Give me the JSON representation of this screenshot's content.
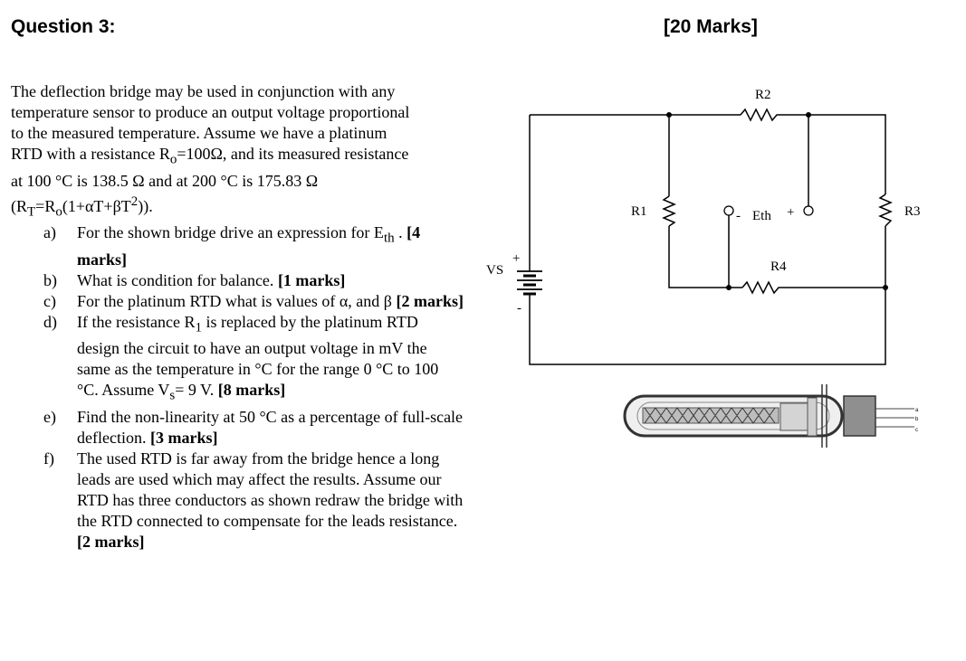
{
  "header": {
    "question": "Question 3:",
    "marks": "[20 Marks]"
  },
  "intro": {
    "line1": "The deflection bridge may be used in conjunction with any",
    "line2": "temperature sensor to produce an output voltage proportional",
    "line3": "to the measured temperature. Assume we have a platinum",
    "line4_a": "RTD with a resistance R",
    "line4_sub": "o",
    "line4_b": "=100Ω, and its measured resistance",
    "line5": "at 100 °C is 138.5 Ω and at 200 °C is 175.83 Ω",
    "line6_a": "(R",
    "line6_sub1": "T",
    "line6_b": "=R",
    "line6_sub2": "o",
    "line6_c": "(1+αT+βT",
    "line6_sup": "2",
    "line6_d": "))."
  },
  "parts": [
    {
      "label": "a)",
      "t1": "For the shown bridge drive an expression for E",
      "t1_sub": "th",
      "t2": " . ",
      "marks": "[4 marks]"
    },
    {
      "label": "b)",
      "t1": "What is condition for balance. ",
      "marks": "[1 marks]"
    },
    {
      "label": "c)",
      "t1": "For the platinum RTD what is values of α, and β ",
      "marks": "[2 marks]"
    },
    {
      "label": "d)",
      "t1": "If the resistance R",
      "t1_sub": "1",
      "t2": " is replaced by the platinum RTD design the circuit to have an output voltage in mV the same as the temperature in °C for the range 0 °C to 100 °C. Assume V",
      "t2_sub": "s",
      "t3": "= 9 V. ",
      "marks": "[8 marks]"
    },
    {
      "label": "e)",
      "t1": "Find the non-linearity at 50 °C as a percentage of full-scale deflection. ",
      "marks": "[3 marks]"
    },
    {
      "label": "f)",
      "t1": "The used RTD is far away from the bridge hence a long leads are used which may affect the results. Assume our RTD has three conductors as shown redraw the bridge with the RTD connected to compensate for the leads resistance. ",
      "marks": "[2 marks]"
    }
  ],
  "circuit": {
    "r1": "R1",
    "r2": "R2",
    "r3": "R3",
    "r4": "R4",
    "vs": "VS",
    "eth": "Eth",
    "plus": "+",
    "minus": "-",
    "lead_a": "a",
    "lead_b": "b",
    "lead_c": "c"
  }
}
